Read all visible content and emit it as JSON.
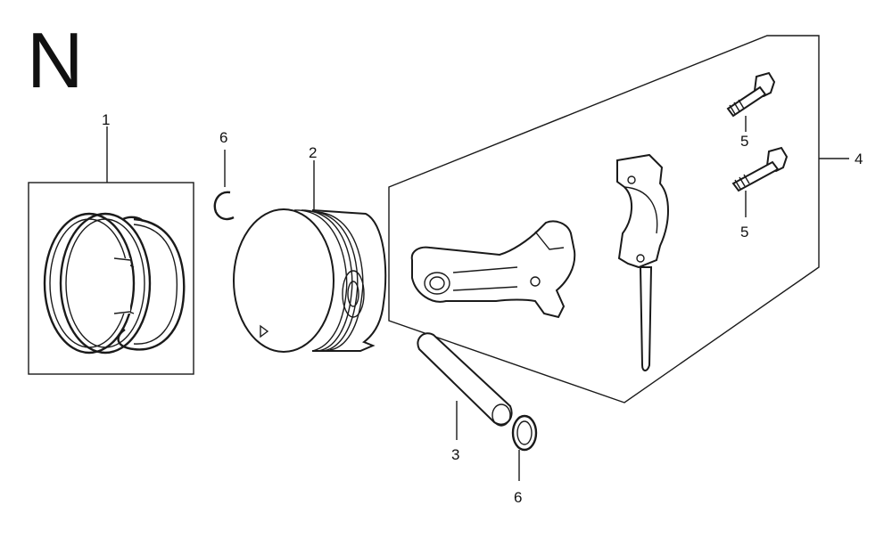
{
  "diagram": {
    "section_letter": "N",
    "callouts": {
      "piston_ring_set": "1",
      "piston": "2",
      "piston_pin": "3",
      "connecting_rod_set": "4",
      "rod_bolt_upper": "5",
      "rod_bolt_lower": "5",
      "pin_clip_upper": "6",
      "pin_clip_lower": "6"
    }
  }
}
